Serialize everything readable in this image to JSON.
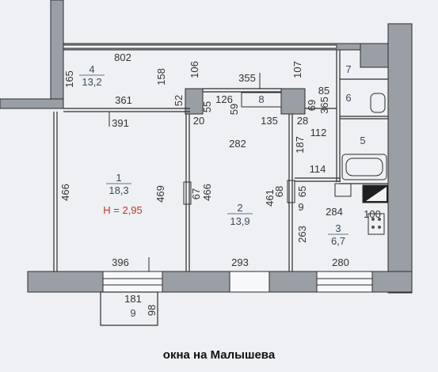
{
  "rooms": {
    "r1": {
      "num": "1",
      "area": "18,3",
      "height": "H = 2,95"
    },
    "r2": {
      "num": "2",
      "area": "13,9"
    },
    "r3": {
      "num": "3",
      "area": "6,7"
    },
    "r4": {
      "num": "4",
      "area": "13,2"
    },
    "r5": {
      "num": "5"
    },
    "r6": {
      "num": "6"
    },
    "r7": {
      "num": "7"
    },
    "r8": {
      "num": "8"
    },
    "r9": {
      "num": "9"
    }
  },
  "dims": {
    "d802": "802",
    "d165": "165",
    "d158": "158",
    "d106": "106",
    "d355": "355",
    "d107": "107",
    "d361": "361",
    "d52": "52",
    "d126": "126",
    "d55": "55",
    "d85": "85",
    "d59": "59",
    "d69": "69",
    "d365": "365",
    "d391": "391",
    "d20": "20",
    "d135": "135",
    "d28": "28",
    "d112": "112",
    "d282": "282",
    "d187": "187",
    "d114": "114",
    "d466a": "466",
    "d469": "469",
    "d67": "67",
    "d466b": "466",
    "d461": "461",
    "d68": "68",
    "d65": "65",
    "d284": "284",
    "d100": "100",
    "d263": "263",
    "d9": "9",
    "d396": "396",
    "d293": "293",
    "d280": "280",
    "d181": "181",
    "d98": "98"
  },
  "caption": "окна на Малышева",
  "colors": {
    "wall": "#9a9fa6",
    "line": "#2c2c2c",
    "text": "#333333",
    "room_label": "#3a4a5e",
    "height_label": "#c0352b",
    "background": "#eef0f3"
  }
}
